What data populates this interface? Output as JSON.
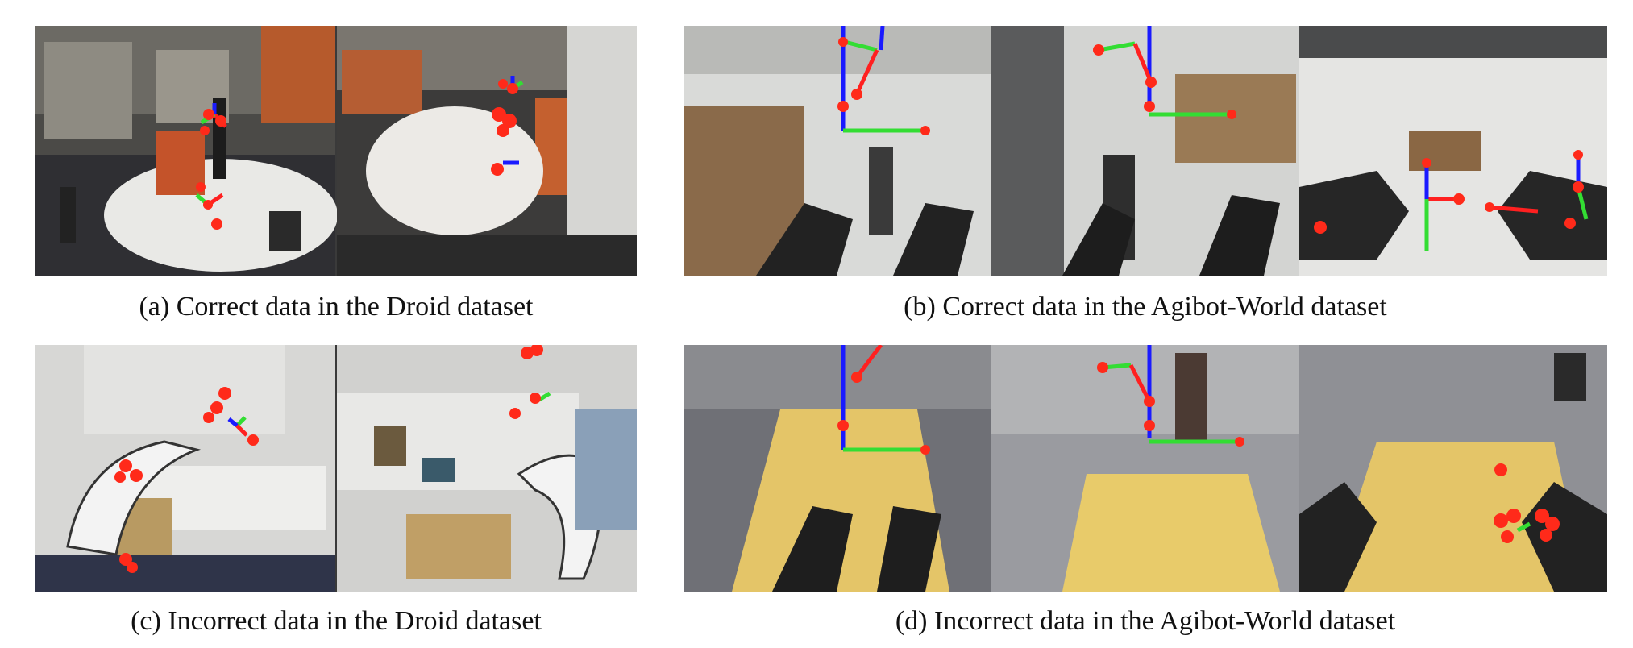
{
  "figure": {
    "captions": {
      "a": "(a) Correct data in the Droid dataset",
      "b": "(b) Correct data in the Agibot-World dataset",
      "c": "(c) Incorrect data in the Droid dataset",
      "d": "(d) Incorrect data in the Agibot-World dataset"
    },
    "axis_colors": {
      "x": "#ff2020",
      "y": "#33dd33",
      "z": "#1a1aff"
    },
    "keypoint_color": "#ff2a1a"
  }
}
